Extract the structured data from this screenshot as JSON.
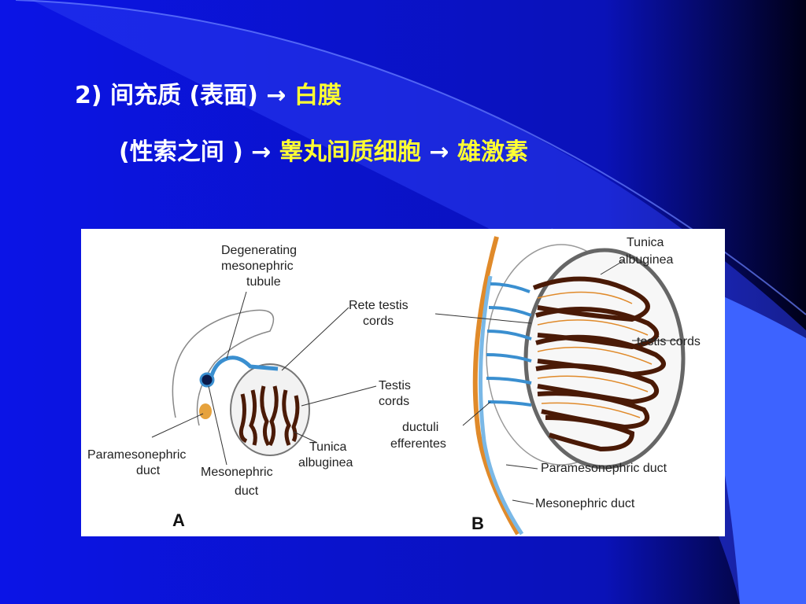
{
  "slide": {
    "line1": {
      "prefix": "2) 间充质 (表面) →",
      "highlight": "白膜"
    },
    "line2": {
      "prefix": "(性索之间 ) →",
      "highlight1": "睾丸间质细胞",
      "arrow": "→",
      "highlight2": "雄激素"
    }
  },
  "figure": {
    "panel_a": {
      "letter": "A",
      "labels": {
        "degenerating": [
          "Degenerating",
          "mesonephric",
          "tubule"
        ],
        "rete": [
          "Rete testis",
          "cords"
        ],
        "testis": [
          "Testis",
          "cords"
        ],
        "tunica": [
          "Tunica",
          "albuginea"
        ],
        "paramesonephric": [
          "Paramesonephric",
          "duct"
        ],
        "mesonephric": [
          "Mesonephric",
          "duct"
        ]
      }
    },
    "panel_b": {
      "letter": "B",
      "labels": {
        "tunica": [
          "Tunica",
          "albuginea"
        ],
        "testis_cords": "testis cords",
        "ductuli": [
          "ductuli",
          "efferentes"
        ],
        "paramesonephric": "Paramesonephric duct",
        "mesonephric": "Mesonephric duct"
      }
    }
  },
  "colors": {
    "background": "#0b14e6",
    "text": "#ffffff",
    "highlight": "#ffff33",
    "accent": "#3d63ff"
  }
}
